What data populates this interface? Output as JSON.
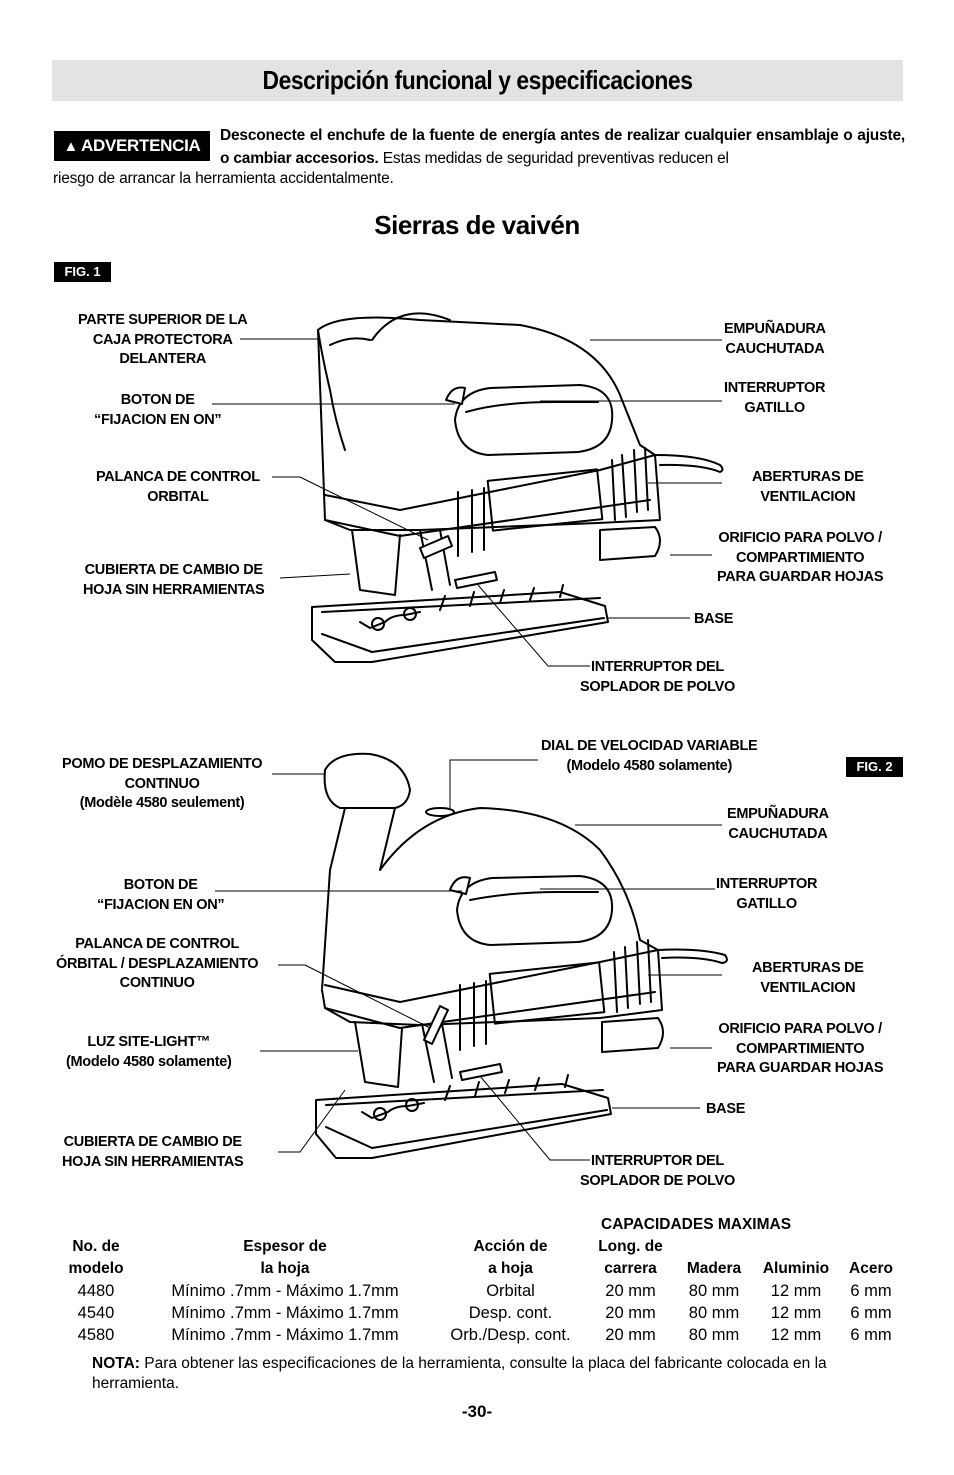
{
  "title": "Descripción funcional y especificaciones",
  "warning": {
    "badge": "ADVERTENCIA",
    "bold_text": "Desconecte el enchufe de la fuente de energía antes de realizar cualquier ensamblaje o ajuste, o cambiar accesorios.",
    "text_part1": "Estas medidas de seguridad preventivas reducen el",
    "text_part2": "riesgo de arrancar la herramienta accidentalmente."
  },
  "subtitle": "Sierras de vaivén",
  "fig1": {
    "badge": "FIG. 1",
    "labels": {
      "top_housing": [
        "PARTE SUPERIOR DE LA",
        "CAJA PROTECTORA",
        "DELANTERA"
      ],
      "lock_on": [
        "BOTON DE",
        "“FIJACION EN ON”"
      ],
      "orbital_lever": [
        "PALANCA DE CONTROL",
        "ORBITAL"
      ],
      "blade_cover": [
        "CUBIERTA DE CAMBIO DE",
        "HOJA SIN HERRAMIENTAS"
      ],
      "grip": [
        "EMPUÑADURA",
        "CAUCHUTADA"
      ],
      "trigger": [
        "INTERRUPTOR",
        "GATILLO"
      ],
      "vents": [
        "ABERTURAS DE",
        "VENTILACION"
      ],
      "dust_port": [
        "ORIFICIO PARA POLVO /",
        "COMPARTIMIENTO",
        "PARA GUARDAR HOJAS"
      ],
      "base": [
        "BASE"
      ],
      "blower": [
        "INTERRUPTOR DEL",
        "SOPLADOR DE POLVO"
      ]
    }
  },
  "fig2": {
    "badge": "FIG. 2",
    "labels": {
      "scroll_knob": [
        "POMO DE DESPLAZAMIENTO",
        "CONTINUO",
        "(Modèle 4580 seulement)"
      ],
      "speed_dial": [
        "DIAL DE VELOCIDAD VARIABLE",
        "(Modelo 4580 solamente)"
      ],
      "grip": [
        "EMPUÑADURA",
        "CAUCHUTADA"
      ],
      "lock_on": [
        "BOTON DE",
        "“FIJACION EN ON”"
      ],
      "trigger": [
        "INTERRUPTOR",
        "GATILLO"
      ],
      "orbital_lever": [
        "PALANCA DE CONTROL",
        "ÓRBITAL / DESPLAZAMIENTO",
        "CONTINUO"
      ],
      "vents": [
        "ABERTURAS DE",
        "VENTILACION"
      ],
      "site_light": [
        "LUZ SITE-LIGHT™",
        "(Modelo 4580 solamente)"
      ],
      "dust_port": [
        "ORIFICIO PARA POLVO /",
        "COMPARTIMIENTO",
        "PARA GUARDAR HOJAS"
      ],
      "base": [
        "BASE"
      ],
      "blade_cover": [
        "CUBIERTA DE CAMBIO DE",
        "HOJA SIN HERRAMIENTAS"
      ],
      "blower": [
        "INTERRUPTOR DEL",
        "SOPLADOR DE POLVO"
      ]
    }
  },
  "specs": {
    "group_header": "CAPACIDADES MAXIMAS",
    "headers": [
      [
        "No. de",
        "modelo"
      ],
      [
        "Espesor de",
        "la hoja"
      ],
      [
        "Acción de",
        "a hoja"
      ],
      [
        "Long. de",
        "carrera"
      ],
      [
        "",
        "Madera"
      ],
      [
        "",
        "Aluminio"
      ],
      [
        "",
        "Acero"
      ]
    ],
    "rows": [
      [
        "4480",
        "Mínimo .7mm - Máximo 1.7mm",
        "Orbital",
        "20 mm",
        "80 mm",
        "12 mm",
        "6 mm"
      ],
      [
        "4540",
        "Mínimo .7mm - Máximo 1.7mm",
        "Desp. cont.",
        "20 mm",
        "80 mm",
        "12 mm",
        "6 mm"
      ],
      [
        "4580",
        "Mínimo .7mm - Máximo 1.7mm",
        "Orb./Desp. cont.",
        "20 mm",
        "80 mm",
        "12 mm",
        "6 mm"
      ]
    ]
  },
  "note": {
    "label": "NOTA:",
    "text": "Para obtener las especificaciones de la herramienta, consulte la placa del fabricante colocada en la herramienta."
  },
  "page_number": "-30-"
}
